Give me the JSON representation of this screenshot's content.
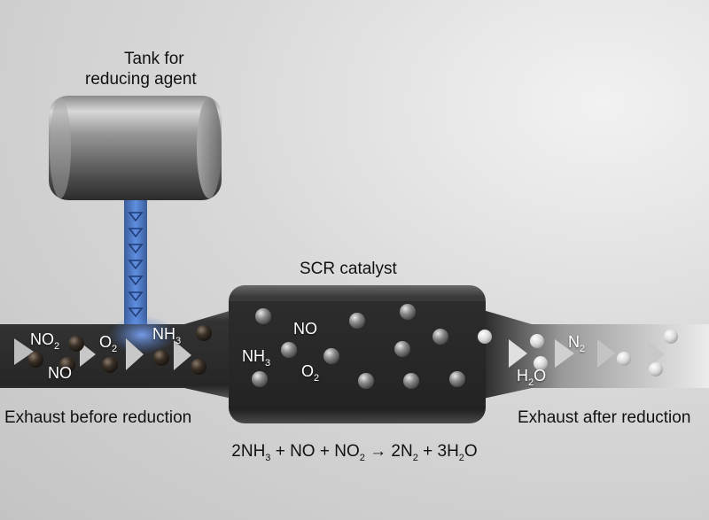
{
  "labels": {
    "tank_line1": "Tank for",
    "tank_line2": "reducing agent",
    "catalyst": "SCR catalyst",
    "before": "Exhaust before reduction",
    "after": "Exhaust after reduction"
  },
  "gases": {
    "no2_left": {
      "main": "NO",
      "sub": "2"
    },
    "no_left": {
      "main": "NO"
    },
    "o2_left": {
      "main": "O",
      "sub": "2"
    },
    "nh3_inject": {
      "main": "NH",
      "sub": "3"
    },
    "no_cat": {
      "main": "NO"
    },
    "nh3_cat": {
      "main": "NH",
      "sub": "3"
    },
    "o2_cat": {
      "main": "O",
      "sub": "2"
    },
    "n2_right": {
      "main": "N",
      "sub": "2"
    },
    "h2o_right": {
      "main": "H",
      "sub": "2",
      "tail": "O"
    }
  },
  "equation": {
    "p1": "2NH",
    "s1": "3",
    "p2": " + NO + NO",
    "s2": "2",
    "p3": " → 2N",
    "s3": "2",
    "p4": " + 3H",
    "s4": "2",
    "p5": "O"
  },
  "colors": {
    "reagent_blue": "#4a78c8",
    "pipe_dark": "#2e2e2e",
    "catalyst_dark": "#262626",
    "clean_exhaust": "#e8e8e8"
  }
}
